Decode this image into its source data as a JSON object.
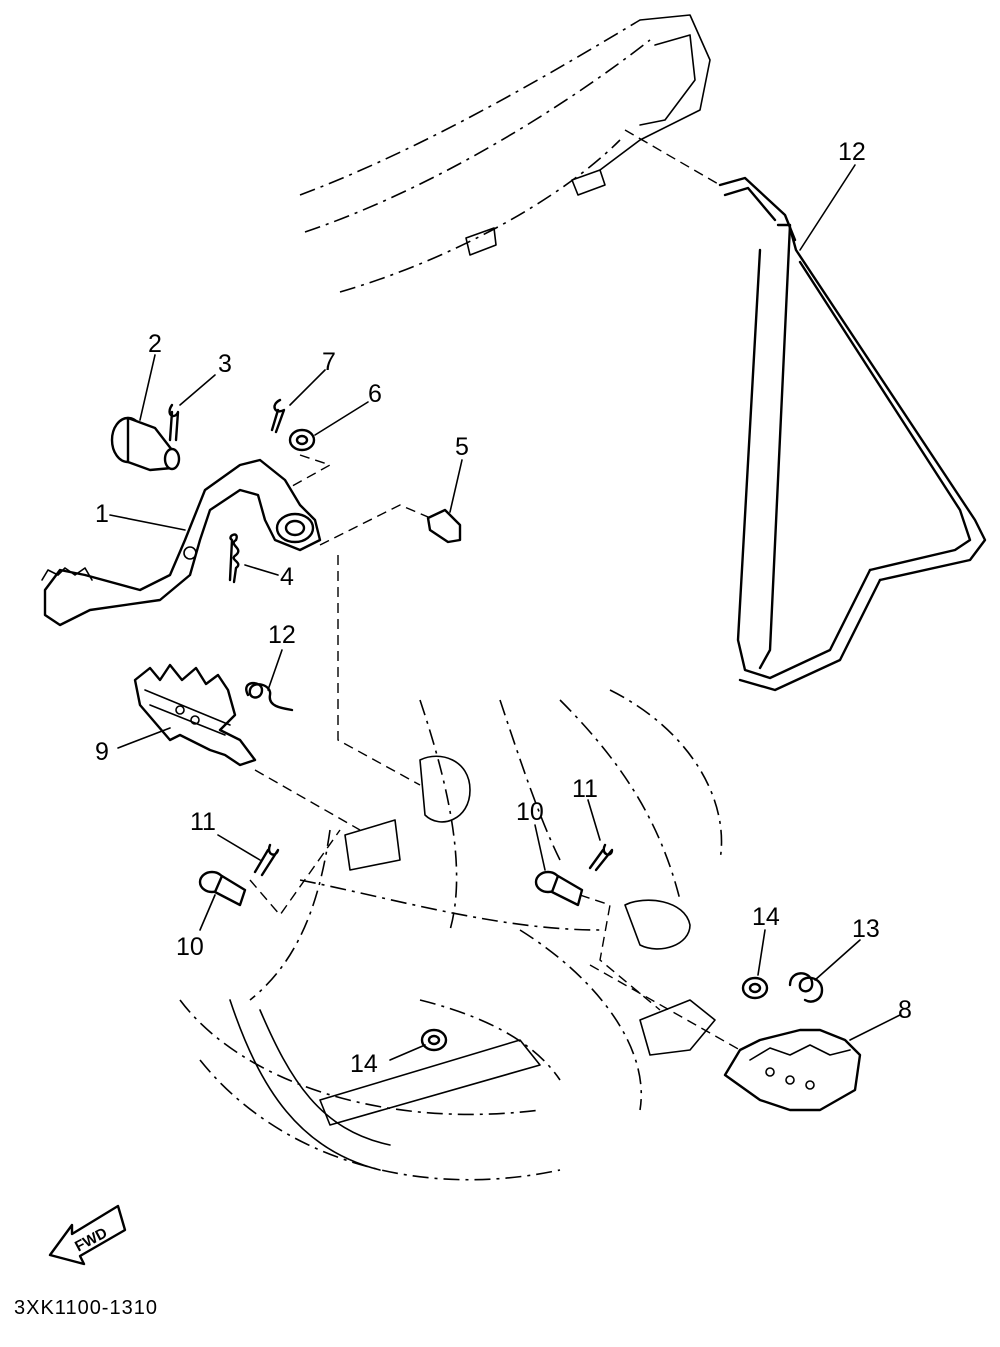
{
  "diagram": {
    "drawing_code": "3XK1100-1310",
    "forward_arrow_label": "FWD",
    "callouts": [
      {
        "id": "c1",
        "label": "1"
      },
      {
        "id": "c2",
        "label": "2"
      },
      {
        "id": "c3",
        "label": "3"
      },
      {
        "id": "c4",
        "label": "4"
      },
      {
        "id": "c5",
        "label": "5"
      },
      {
        "id": "c6",
        "label": "6"
      },
      {
        "id": "c7",
        "label": "7"
      },
      {
        "id": "c8",
        "label": "8"
      },
      {
        "id": "c9",
        "label": "9"
      },
      {
        "id": "c10a",
        "label": "10"
      },
      {
        "id": "c10b",
        "label": "10"
      },
      {
        "id": "c11a",
        "label": "11"
      },
      {
        "id": "c11b",
        "label": "11"
      },
      {
        "id": "c12a",
        "label": "12"
      },
      {
        "id": "c12b",
        "label": "12"
      },
      {
        "id": "c13",
        "label": "13"
      },
      {
        "id": "c14a",
        "label": "14"
      },
      {
        "id": "c14b",
        "label": "14"
      }
    ]
  }
}
